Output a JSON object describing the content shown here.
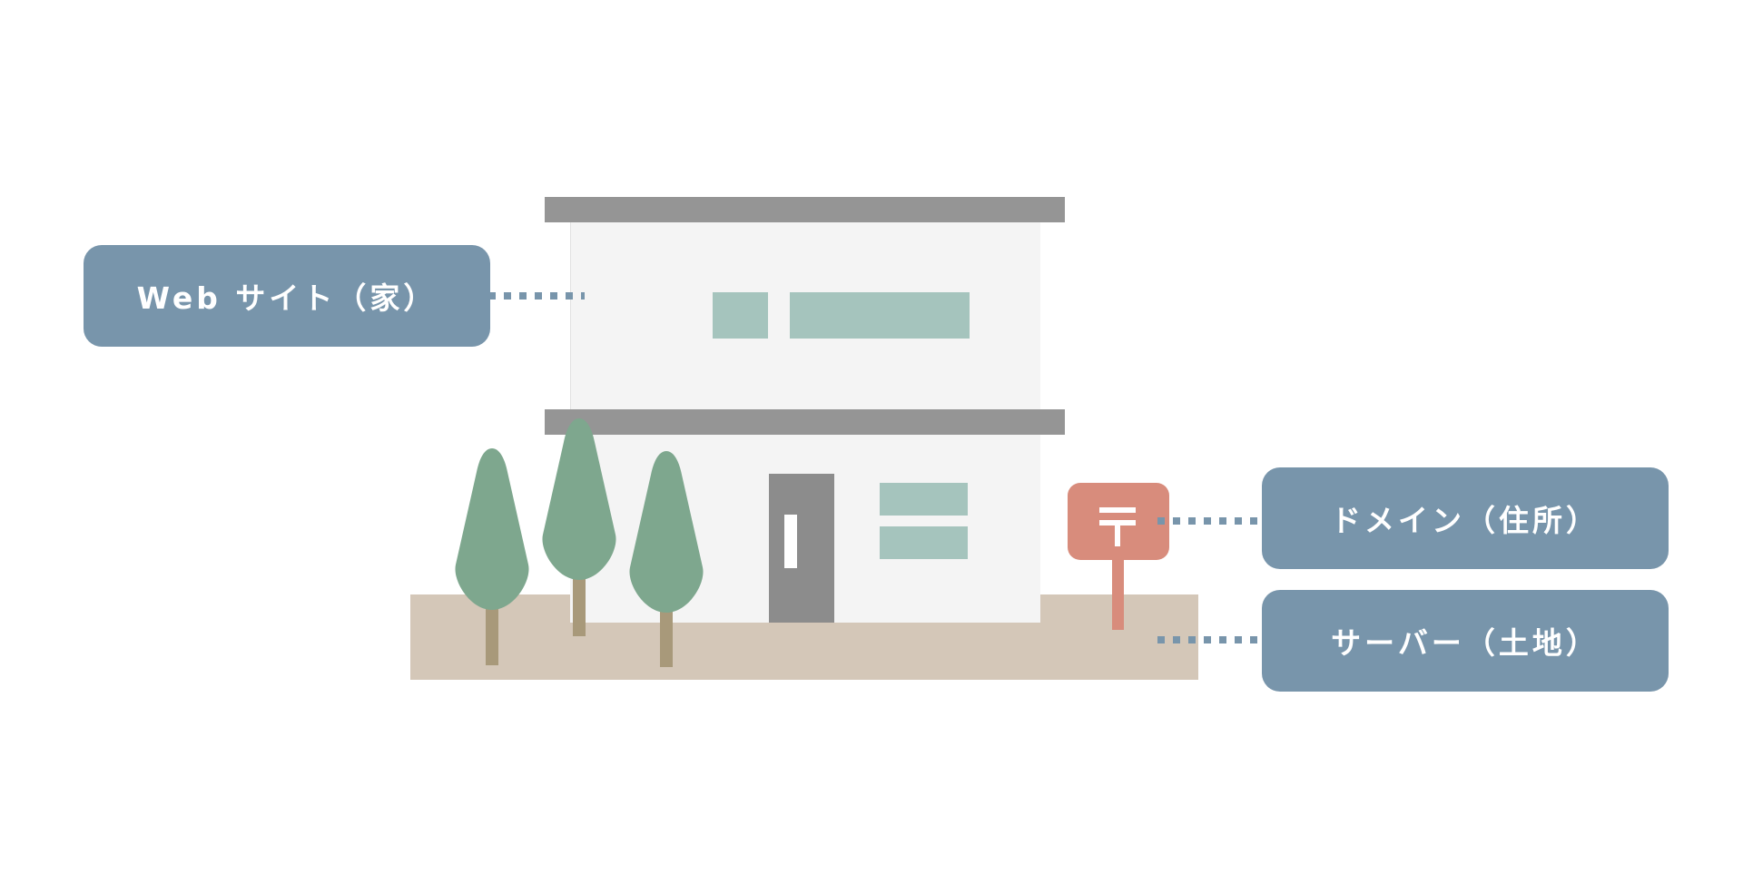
{
  "labels": {
    "website": "Web サイト（家）",
    "domain": "ドメイン（住所）",
    "server": "サーバー（土地）"
  },
  "colors": {
    "label_bg": "#7895ab",
    "label_text": "#ffffff",
    "ground": "#d4c7b8",
    "house_wall": "#f4f4f4",
    "roof": "#959595",
    "window": "#a5c4bd",
    "door": "#8c8c8c",
    "tree_foliage": "#7ea78e",
    "tree_trunk": "#a8997a",
    "mailbox": "#d88c7c",
    "connector": "#7895ab"
  },
  "icons": {
    "mailbox_symbol": "postal-mark-icon"
  }
}
